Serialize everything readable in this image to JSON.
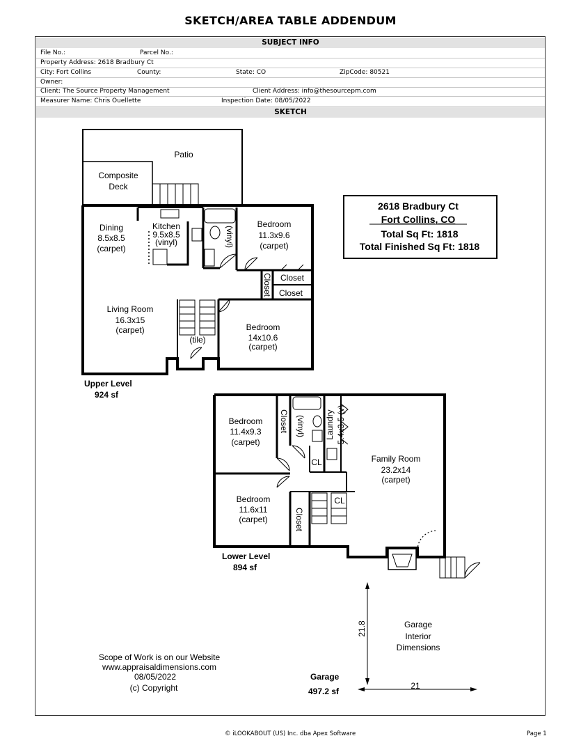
{
  "title": "SKETCH/AREA TABLE ADDENDUM",
  "subject_info": {
    "header": "SUBJECT INFO",
    "file_no": "File No.:",
    "parcel_no": "Parcel No.:",
    "property_address": "Property Address: 2618 Bradbury Ct",
    "city": "City: Fort Collins",
    "county": "County:",
    "state": "State: CO",
    "zipcode": "ZipCode: 80521",
    "owner": "Owner:",
    "client": "Client: The Source Property Management",
    "client_address": "Client Address: info@thesourcepm.com",
    "measurer": "Measurer Name: Chris Ouellette",
    "inspection_date": "Inspection Date: 08/05/2022"
  },
  "sketch": {
    "header": "SKETCH",
    "summary": {
      "address": "2618 Bradbury Ct",
      "city": "Fort Collins, CO",
      "total": "Total Sq Ft: 1818",
      "finished": "Total Finished Sq Ft: 1818"
    },
    "upper": {
      "level": "Upper Level",
      "area": "924 sf",
      "patio": "Patio",
      "deck_1": "Composite",
      "deck_2": "Deck",
      "dining_1": "Dining",
      "dining_2": "8.5x8.5",
      "dining_3": "(carpet)",
      "kitchen_1": "Kitchen",
      "kitchen_2": "9.5x8.5",
      "kitchen_3": "(vinyl)",
      "bath": "(vinyl)",
      "bed1_1": "Bedroom",
      "bed1_2": "11.3x9.6",
      "bed1_3": "(carpet)",
      "closet_v": "Closet",
      "closet_a": "Closet",
      "closet_b": "Closet",
      "living_1": "Living Room",
      "living_2": "16.3x15",
      "living_3": "(carpet)",
      "tile": "(tile)",
      "bed2_1": "Bedroom",
      "bed2_2": "14x10.6",
      "bed2_3": "(carpet)"
    },
    "lower": {
      "level": "Lower Level",
      "area": "894 sf",
      "bed3_1": "Bedroom",
      "bed3_2": "11.4x9.3",
      "bed3_3": "(carpet)",
      "closet1": "Closet",
      "bath": "(vinyl)",
      "laundry_1": "Laundry",
      "laundry_2": "5.4x3.5 (v)",
      "cl1": "CL",
      "family_1": "Family Room",
      "family_2": "23.2x14",
      "family_3": "(carpet)",
      "bed4_1": "Bedroom",
      "bed4_2": "11.6x11",
      "bed4_3": "(carpet)",
      "closet2": "Closet",
      "cl2": "CL"
    },
    "garage": {
      "label_1": "Garage",
      "label_2": "Interior",
      "label_3": "Dimensions",
      "dim_v": "21.8",
      "dim_h": "21",
      "level": "Garage",
      "area": "497.2 sf"
    },
    "scope": {
      "line1": "Scope of Work is on our Website",
      "line2": "www.appraisaldimensions.com",
      "line3": "08/05/2022",
      "line4": "(c) Copyright"
    }
  },
  "footer": {
    "copyright": "© iLOOKABOUT (US) Inc. dba Apex Software",
    "page": "Page 1"
  }
}
